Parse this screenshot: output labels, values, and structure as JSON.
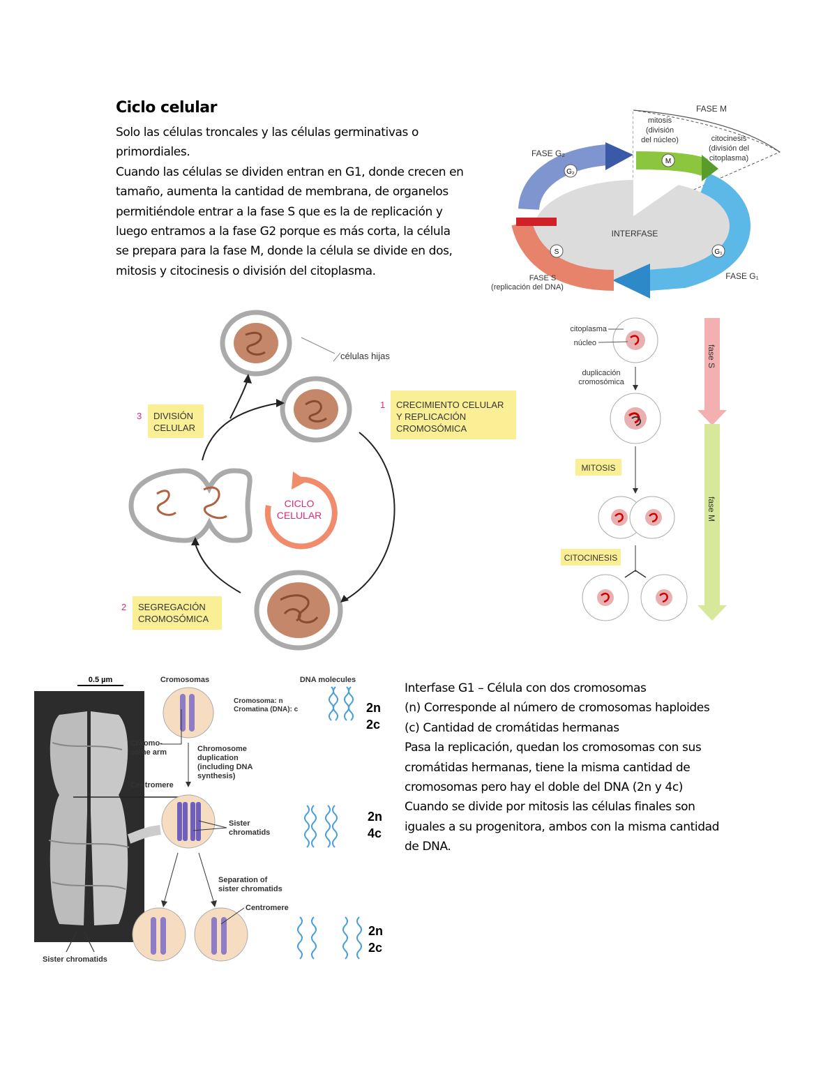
{
  "title": "Ciclo celular",
  "intro": {
    "line1": "Solo las células troncales y las células germinativas o primordiales.",
    "line2": "Cuando las células se dividen entran en G1, donde crecen en tamaño, aumenta la cantidad de membrana, de organelos permitiéndole entrar a la fase S que es la de replicación y luego entramos a la fase G2 porque es más corta, la célula se prepara para la fase M, donde la célula se divide en dos, mitosis y citocinesis o división del citoplasma."
  },
  "phase_diagram": {
    "fase_m": "FASE M",
    "mitosis": [
      "mitosis",
      "(división",
      "del núcleo)"
    ],
    "citocinesis": [
      "citocinesis",
      "(división del",
      "citoplasma)"
    ],
    "fase_g2": "FASE G₂",
    "g2": "G₂",
    "m": "M",
    "interfase": "INTERFASE",
    "s": "S",
    "g1": "G₁",
    "fase_s": "FASE S",
    "fase_s_sub": "(replicación del DNA)",
    "fase_g1": "FASE G₁",
    "colors": {
      "g1": "#5cb8e6",
      "s": "#e8836b",
      "g2": "#7f95cf",
      "m": "#8cc63f",
      "center": "#dcdcdc"
    }
  },
  "cycle_diagram": {
    "celulas_hijas": "células hijas",
    "step1_num": "1",
    "step1": [
      "CRECIMIENTO CELULAR",
      "Y REPLICACIÓN",
      "CROMOSÓMICA"
    ],
    "step2_num": "2",
    "step2": [
      "SEGREGACIÓN",
      "CROMOSÓMICA"
    ],
    "step3_num": "3",
    "step3": [
      "DIVISIÓN",
      "CELULAR"
    ],
    "center": [
      "CICLO",
      "CELULAR"
    ],
    "colors": {
      "label_bg": "#fbef96",
      "number": "#e0297c",
      "nucleus": "#c4876a"
    }
  },
  "sm_diagram": {
    "citoplasma": "citoplasma",
    "nucleo": "núcleo",
    "duplicacion": [
      "duplicación",
      "cromosómica"
    ],
    "mitosis": "MITOSIS",
    "citocinesis": "CITOCINESIS",
    "fase_s": "fase S",
    "fase_m": "fase M"
  },
  "chromosome_figure": {
    "scale": "0.5 µm",
    "cromosomas": "Cromosomas",
    "dna_molecules": "DNA molecules",
    "cromosoma_n": "Cromosoma: n",
    "cromatina": "Cromatina (DNA): c",
    "chromosome_arm": [
      "Chromo-",
      "some arm"
    ],
    "duplication": [
      "Chromosome",
      "duplication",
      "(including DNA",
      "synthesis)"
    ],
    "centromere": "Centromere",
    "sister_chromatids_right": [
      "Sister",
      "chromatids"
    ],
    "separation": [
      "Separation of",
      "sister chromatids"
    ],
    "centromere_bottom": "Centromere",
    "sister_chromatids_bottom": "Sister chromatids",
    "row1": [
      "2n",
      "2c"
    ],
    "row2": [
      "2n",
      "4c"
    ],
    "row3": [
      "2n",
      "2c"
    ]
  },
  "notes": {
    "l1": "Interfase G1 – Célula con dos cromosomas",
    "l2": "(n) Corresponde al número de cromosomas haploides",
    "l3": "(c) Cantidad de cromátidas hermanas",
    "l4": "Pasa la replicación, quedan los cromosomas con sus cromátidas hermanas, tiene la misma cantidad de cromosomas pero hay el doble del DNA (2n y 4c)",
    "l5": "Cuando se divide por mitosis las células finales son iguales a su progenitora, ambos con la misma cantidad de DNA."
  }
}
